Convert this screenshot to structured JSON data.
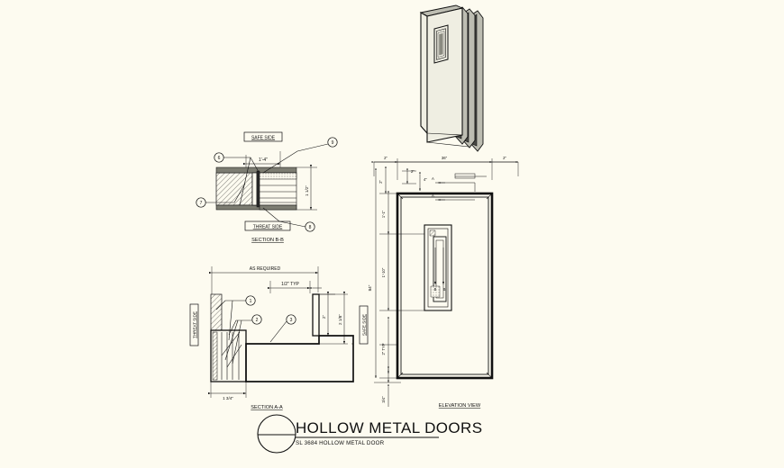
{
  "drawing": {
    "background_color": "#fdfbf0",
    "ink_color": "#111111",
    "title": "HOLLOW METAL DOORS",
    "subtitle": "SL 3684 HOLLOW METAL DOOR"
  },
  "section_bb": {
    "label": "SECTION B-B",
    "safe_side": "SAFE SIDE",
    "threat_side": "THREAT SIDE",
    "dim_width": "1'-4\"",
    "dim_height": "1 1/2\"",
    "callouts": [
      "6",
      "7",
      "8",
      "9"
    ]
  },
  "section_aa": {
    "label": "SECTION A-A",
    "threat_side": "THREAT SIDE",
    "safe_side": "SAFE SIDE",
    "dim_overall": "AS REQUIRED",
    "dim_typ": "1/2\" TYP",
    "dim_h1": "2\"",
    "dim_h2": "2 1/8\"",
    "dim_base": "1 3/4\"",
    "callouts": [
      "1",
      "2",
      "3"
    ]
  },
  "elevation": {
    "label": "ELEVATION VIEW",
    "dim_left": "2\"",
    "dim_center": "36\"",
    "dim_right": "2\"",
    "dim_top": "2\"",
    "dim_inner_a": "2\"",
    "dim_inner_b": "4\"",
    "dim_v1": "1'-1\"",
    "dim_v2": "1'-10\"",
    "dim_overall_height": "84\"",
    "dim_typ": "2\" TYP",
    "dim_bottom": "3/4\"",
    "section_marks": [
      "A",
      "A",
      "B",
      "B"
    ]
  },
  "isometric": {
    "name": "hollow-metal-door-isometric",
    "vision_lite": "vision lite panel"
  }
}
